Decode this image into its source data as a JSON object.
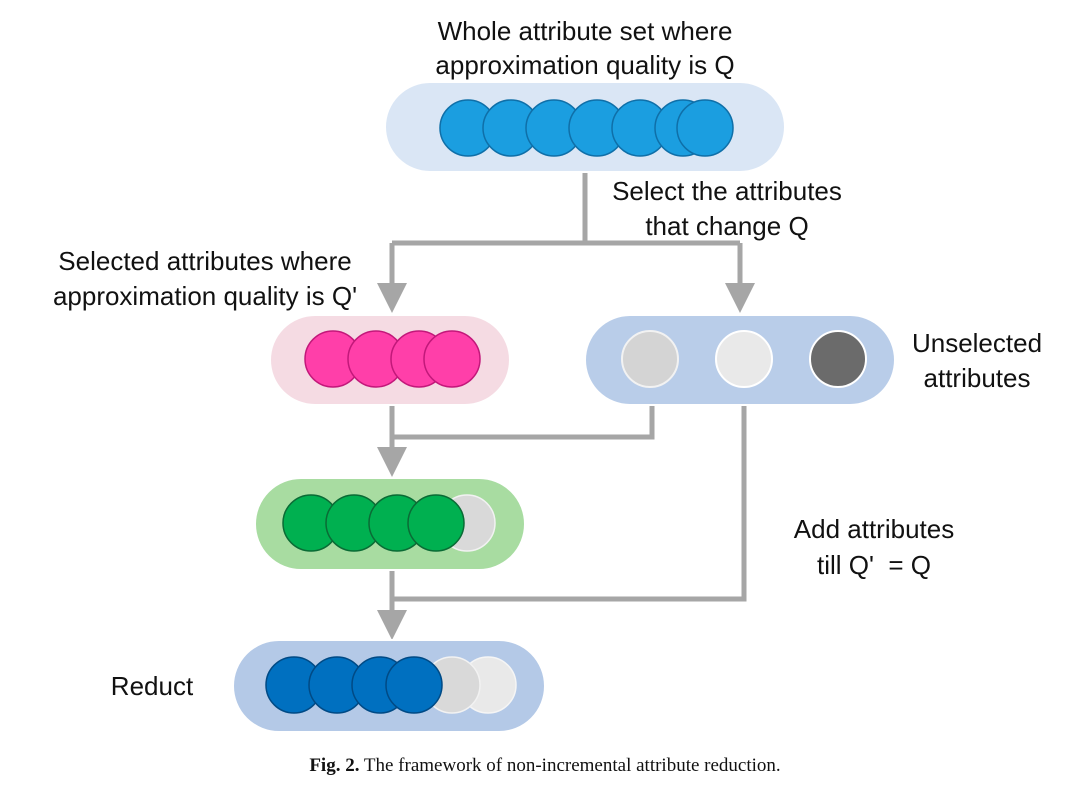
{
  "labels": {
    "whole_set_line1": "Whole attribute set where",
    "whole_set_line2": "approximation quality is Q",
    "select_line1": "Select the attributes",
    "select_line2": "that change Q",
    "selected_line1": "Selected attributes where",
    "selected_line2": "approximation quality is Q'",
    "unselected_line1": "Unselected",
    "unselected_line2": "attributes",
    "add_line1": "Add attributes",
    "add_line2": "till Q'  = Q",
    "reduct": "Reduct"
  },
  "colors": {
    "arrow": "#a6a6a6",
    "whole_pill": "#dae6f5",
    "whole_circle": "#1b9ee0",
    "selected_pill": "#f5dbe3",
    "selected_circle": "#ff3fa9",
    "unselected_pill": "#b9cde9",
    "unselected_circles": [
      "#d4d4d4",
      "#e9e9e9",
      "#6b6b6b"
    ],
    "candidate_pill": "#a8dca1",
    "candidate_circle": "#00b050",
    "candidate_extra": "#d9d9d9",
    "reduct_pill": "#b4c9e7",
    "reduct_circle": "#0070c0",
    "reduct_extras": [
      "#d9d9d9",
      "#e9e9e9"
    ]
  },
  "caption": {
    "fig": "Fig. 2.",
    "text": "The framework of non-incremental attribute reduction."
  }
}
